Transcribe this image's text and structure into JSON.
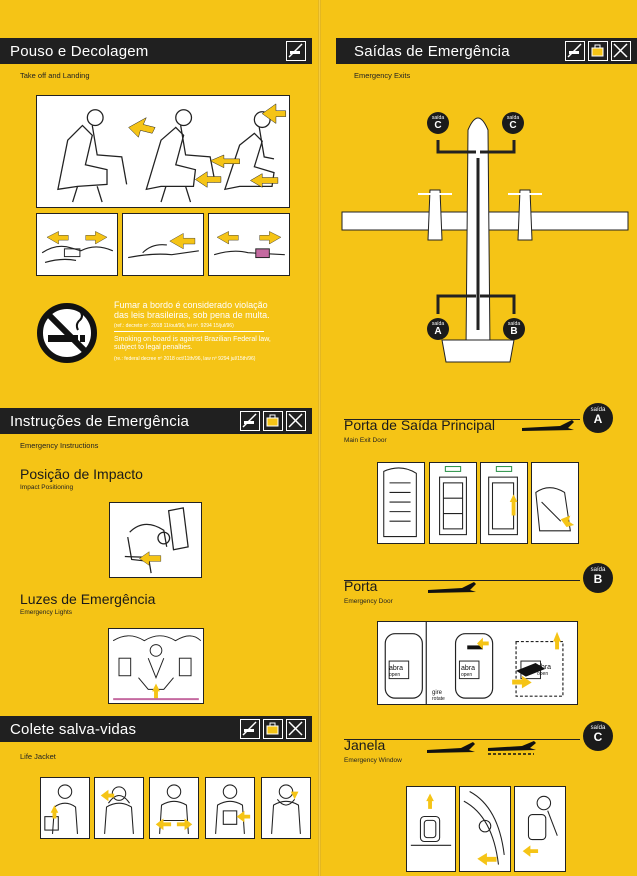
{
  "left": {
    "section1": {
      "title": "Pouso e Decolagem",
      "subtitle": "Take off and Landing"
    },
    "smoking": {
      "pt_line1": "Fumar a bordo é considerado violação",
      "pt_line2": "das leis brasileiras, sob pena de multa.",
      "pt_ref": "(ref.: decreto nº. 2018 11/out/96, lei nº. 9294 15/jul/96)",
      "en_line1": "Smoking on board is against Brazilian Federal law,",
      "en_line2": "subject to legal penalties.",
      "en_ref": "(re.: federal decree nº 2018 oct/11th/96, law nº 9294 jul/15th/96)"
    },
    "section2": {
      "title": "Instruções de Emergência",
      "subtitle": "Emergency Instructions"
    },
    "impact": {
      "title": "Posição de Impacto",
      "subtitle": "Impact Positioning"
    },
    "lights": {
      "title": "Luzes de Emergência",
      "subtitle": "Emergency Lights"
    },
    "section3": {
      "title": "Colete salva-vidas",
      "subtitle": "Life Jacket"
    }
  },
  "right": {
    "section1": {
      "title": "Saídas de Emergência",
      "subtitle": "Emergency Exits"
    },
    "exits": {
      "saida": "saída",
      "A": "A",
      "B": "B",
      "C": "C"
    },
    "main_door": {
      "title": "Porta de Saída Principal",
      "subtitle": "Main Exit Door",
      "badge_label": "saída",
      "badge_letter": "A"
    },
    "door": {
      "title": "Porta",
      "subtitle": "Emergency Door",
      "badge_label": "saída",
      "badge_letter": "B",
      "abra": "abra",
      "open": "open",
      "gire": "gire",
      "rotate": "rotate"
    },
    "window": {
      "title": "Janela",
      "subtitle": "Emergency Window",
      "badge_label": "saída",
      "badge_letter": "C"
    }
  },
  "colors": {
    "background": "#f5c416",
    "bar": "#202020",
    "arrow": "#f5c416"
  }
}
